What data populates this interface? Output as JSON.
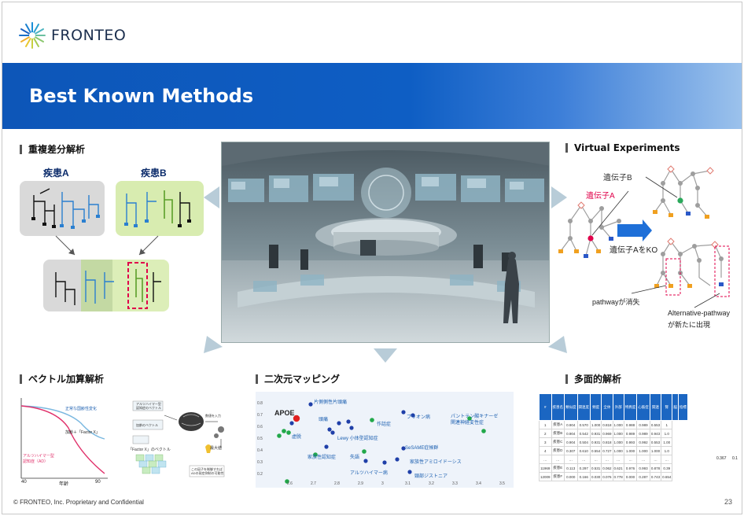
{
  "brand": {
    "name": "FRONTEO"
  },
  "banner": {
    "title": "Best Known Methods"
  },
  "sections": {
    "duplicate": {
      "title": "重複差分解析",
      "disease_a": "疾患A",
      "disease_b": "疾患B"
    },
    "virtual": {
      "title": "Virtual Experiments",
      "gene_a": "遺伝子A",
      "gene_b": "遺伝子B",
      "ko_label": "遺伝子AをKO",
      "pathway_lost": "pathwayが消失",
      "alt_pathway_1": "Alternative-pathway",
      "alt_pathway_2": "が新たに出現"
    },
    "vector": {
      "title": "ベクトル加算解析",
      "curve_normal": "正常な国齢性変化",
      "curve_ad_1": "アルツハイマー型",
      "curve_ad_2": "認知症（AD）",
      "add_label": "加齢＋「Factor X」",
      "x_min": "40",
      "x_axis": "年齢",
      "x_max": "90",
      "vec_ad_1": "アルツハイマー型",
      "vec_ad_2": "認知症のベクトル",
      "vec_age_1": "加齢のベクトル",
      "factor_label": "「Factor X」のベクトル",
      "ai_input": "数値を入力",
      "max_label": "最大値",
      "note_1": "この因子を制御すれば",
      "note_2": "ADの発症抑制の可能性"
    },
    "mapping": {
      "title": "二次元マッピング",
      "apoe": "APOE",
      "y_ticks": [
        "0.8",
        "0.7",
        "0.6",
        "0.5",
        "0.4",
        "0.3",
        "0.2"
      ],
      "x_ticks": [
        "2.6",
        "2.7",
        "2.8",
        "2.9",
        "3",
        "3.1",
        "3.2",
        "3.3",
        "3.4",
        "3.5"
      ],
      "terms": [
        "片側側性片頭痛",
        "頭痛",
        "プリオン病",
        "パントテン酸キナーゼ",
        "関連神経変性症",
        "作話症",
        "Lewy 小体型認知症",
        "家族性認知症",
        "失語",
        "SeSAME症候群",
        "家族性アミロイドーシス",
        "アルツハイマー病",
        "頸部ジストニア",
        "虚脱"
      ]
    },
    "multi": {
      "title": "多面的解析",
      "headers": [
        "#",
        "疾患名",
        "類似度",
        "関連度",
        "頻度",
        "全体",
        "外部",
        "特異度",
        "心筋症",
        "関連",
        "腎",
        "脳",
        "指標"
      ],
      "rows": [
        [
          "1",
          "疾患A",
          "0.904",
          "0.570",
          "1.000",
          "0.818",
          "1.000",
          "0.988",
          "0.989",
          "0.553",
          "1"
        ],
        [
          "2",
          "疾患B",
          "0.904",
          "0.542",
          "0.931",
          "0.969",
          "1.000",
          "0.989",
          "0.989",
          "0.943",
          "1.0"
        ],
        [
          "3",
          "疾患C",
          "0.904",
          "0.504",
          "0.931",
          "0.818",
          "1.000",
          "0.993",
          "0.992",
          "0.553",
          "1.00"
        ],
        [
          "4",
          "疾患D",
          "0.307",
          "0.610",
          "0.554",
          "0.727",
          "1.000",
          "1.000",
          "1.000",
          "1.000",
          "1.0"
        ],
        [
          "…",
          "…",
          "…",
          "…",
          "…",
          "…",
          "…",
          "…",
          "…",
          "…",
          "…"
        ],
        [
          "11969",
          "疾患E",
          "0.113",
          "0.297",
          "0.531",
          "0.062",
          "0.621",
          "0.976",
          "0.993",
          "0.878",
          "0.39"
        ],
        [
          "12009",
          "疾患F",
          "0.000",
          "0.166",
          "0.030",
          "0.076",
          "0.778",
          "0.000",
          "0.287",
          "0.743",
          "0.654"
        ]
      ],
      "extra": [
        "0.367",
        "0.1"
      ]
    }
  },
  "footer": {
    "copyright": "© FRONTEO, Inc.  Proprietary and Confidential",
    "page": "23"
  },
  "colors": {
    "brand_blue": "#0d56b8",
    "highlight_red": "#e0004a",
    "node_gray": "#9e9e9e",
    "accent_green": "#55a83a"
  }
}
